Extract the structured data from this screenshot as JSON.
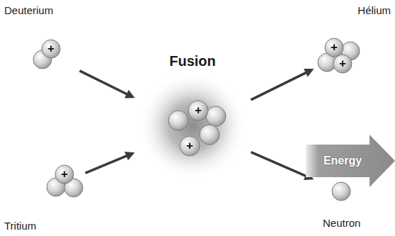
{
  "diagram": {
    "nodes": [
      {
        "text": [
          "Deuterium",
          "+"
        ]
      },
      {
        "text": [
          "Tritium",
          "+"
        ]
      },
      {
        "text": [
          "Fusion",
          "+",
          "+"
        ]
      },
      {
        "text": [
          "Hélium",
          "+",
          "+"
        ]
      },
      {
        "text": [
          "Neutron"
        ]
      },
      {
        "text": [
          "Energy"
        ]
      }
    ],
    "edges": [
      {
        "from": 0,
        "to": 2,
        "arrow": "to"
      },
      {
        "from": 1,
        "to": 2,
        "arrow": "to"
      },
      {
        "from": 2,
        "to": 3,
        "arrow": "to"
      },
      {
        "from": 2,
        "to": 4,
        "arrow": "to"
      }
    ]
  }
}
